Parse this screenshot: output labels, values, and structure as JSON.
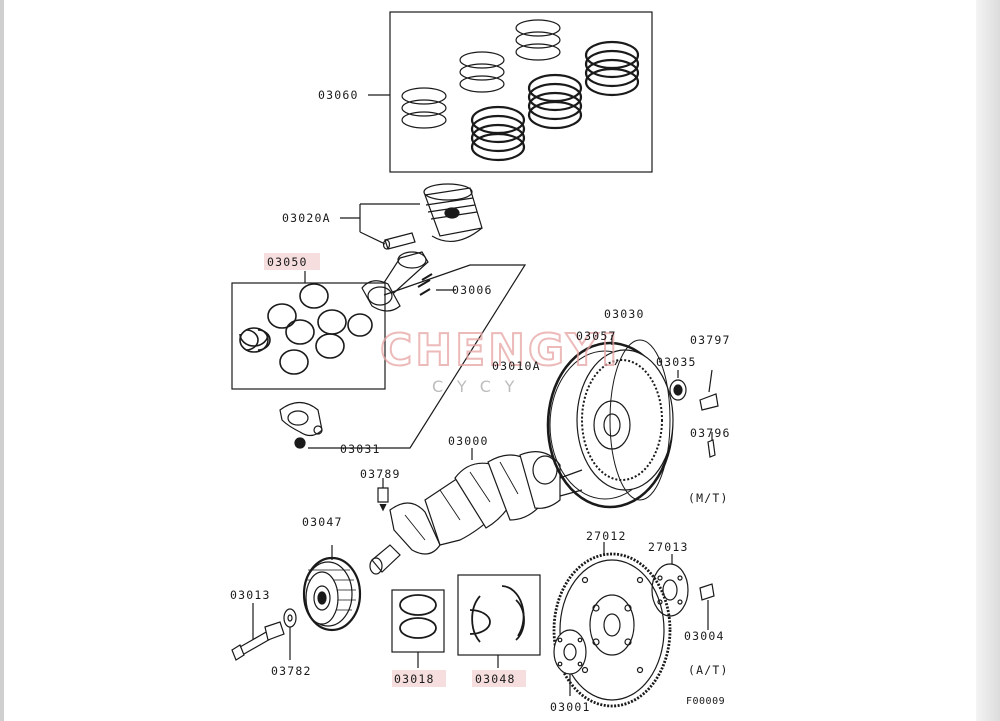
{
  "diagram": {
    "labels": {
      "p03060": "03060",
      "p03020a": "03020A",
      "p03050": "03050",
      "p03006": "03006",
      "p03057": "03057",
      "p03030": "03030",
      "p03797": "03797",
      "p03035": "03035",
      "p03010a": "03010A",
      "p03031": "03031",
      "p03000": "03000",
      "p03796": "03796",
      "p03789": "03789",
      "mt": "(M/T)",
      "p03047": "03047",
      "p27012": "27012",
      "p27013": "27013",
      "p03013": "03013",
      "p03004": "03004",
      "p03782": "03782",
      "at": "(A/T)",
      "p03018": "03018",
      "p03048": "03048",
      "p03001": "03001",
      "fig": "F00009"
    },
    "highlighted": [
      "03050",
      "03018",
      "03048"
    ],
    "watermark": {
      "main": "CHENGYI",
      "sub": "CYCY"
    },
    "colors": {
      "line": "#1a1a1a",
      "highlight": "#f7dede",
      "watermark": "#e7a3a3"
    }
  }
}
